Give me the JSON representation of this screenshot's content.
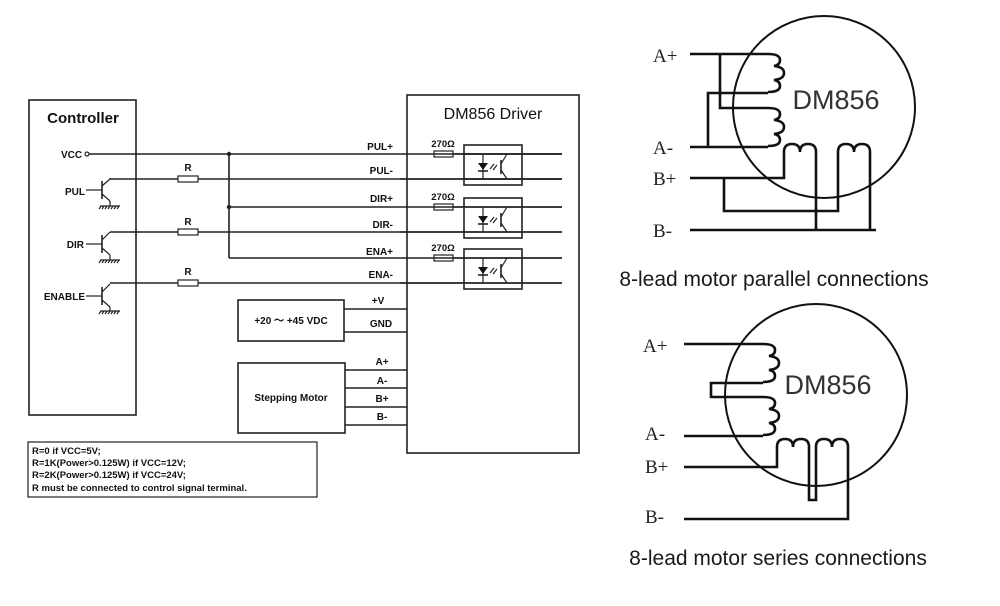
{
  "wiring_diagram": {
    "controller": {
      "title": "Controller",
      "pins": [
        "VCC",
        "PUL",
        "DIR",
        "ENABLE"
      ],
      "resistor_label": "R"
    },
    "driver": {
      "title": "DM856 Driver",
      "signal_terminals": [
        "PUL+",
        "PUL-",
        "DIR+",
        "DIR-",
        "ENA+",
        "ENA-"
      ],
      "input_resistor": "270Ω",
      "power_terminals": [
        "+V",
        "GND"
      ],
      "motor_terminals": [
        "A+",
        "A-",
        "B+",
        "B-"
      ]
    },
    "power_supply": {
      "label": "+20 ～ +45 VDC"
    },
    "stepping_motor": {
      "label": "Stepping Motor"
    },
    "notes": [
      "R=0 if VCC=5V;",
      "R=1K(Power>0.125W) if VCC=12V;",
      "R=2K(Power>0.125W) if VCC=24V;",
      "R must be connected to control signal terminal."
    ]
  },
  "parallel_diagram": {
    "motor_label": "DM856",
    "leads": [
      "A+",
      "A-",
      "B+",
      "B-"
    ],
    "caption": "8-lead motor parallel connections"
  },
  "series_diagram": {
    "motor_label": "DM856",
    "leads": [
      "A+",
      "A-",
      "B+",
      "B-"
    ],
    "caption": "8-lead motor series connections"
  }
}
